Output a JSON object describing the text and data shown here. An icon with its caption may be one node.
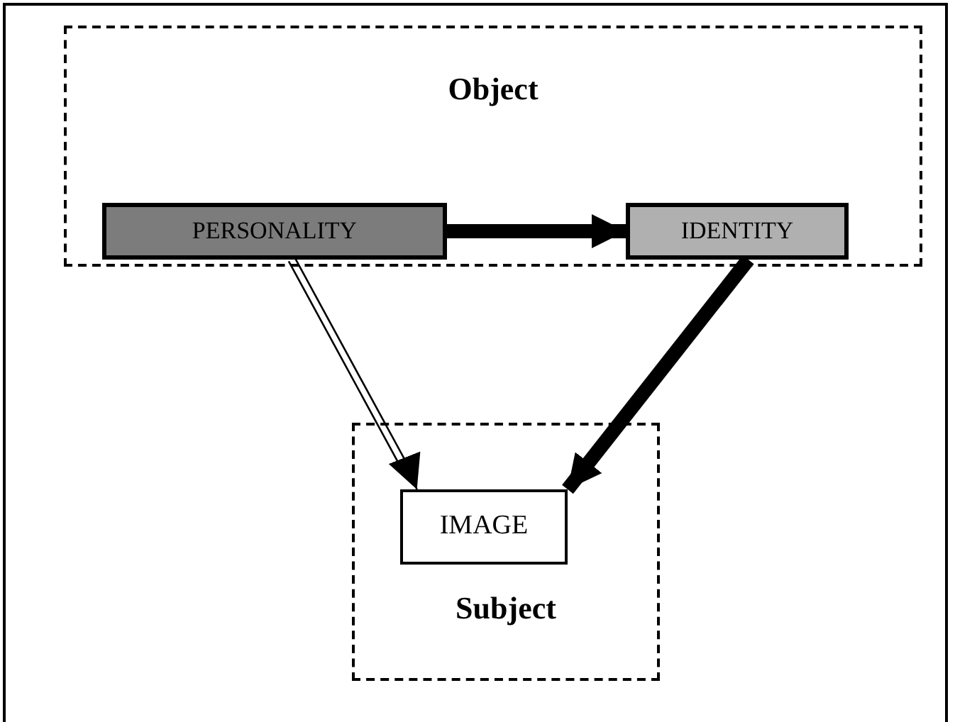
{
  "diagram": {
    "nodes": [
      {
        "text": [
          "Object"
        ]
      },
      {
        "text": [
          "PERSONALITY"
        ],
        "in": 0
      },
      {
        "text": [
          "IDENTITY"
        ],
        "in": 0
      },
      {
        "text": [
          "Subject"
        ]
      },
      {
        "text": [
          "IMAGE"
        ],
        "in": 3
      }
    ],
    "edges": [
      {
        "from": 1,
        "to": 2,
        "arrow": "to"
      },
      {
        "from": 1,
        "to": 4,
        "arrow": "to"
      },
      {
        "from": 2,
        "to": 4,
        "arrow": "to"
      }
    ]
  }
}
